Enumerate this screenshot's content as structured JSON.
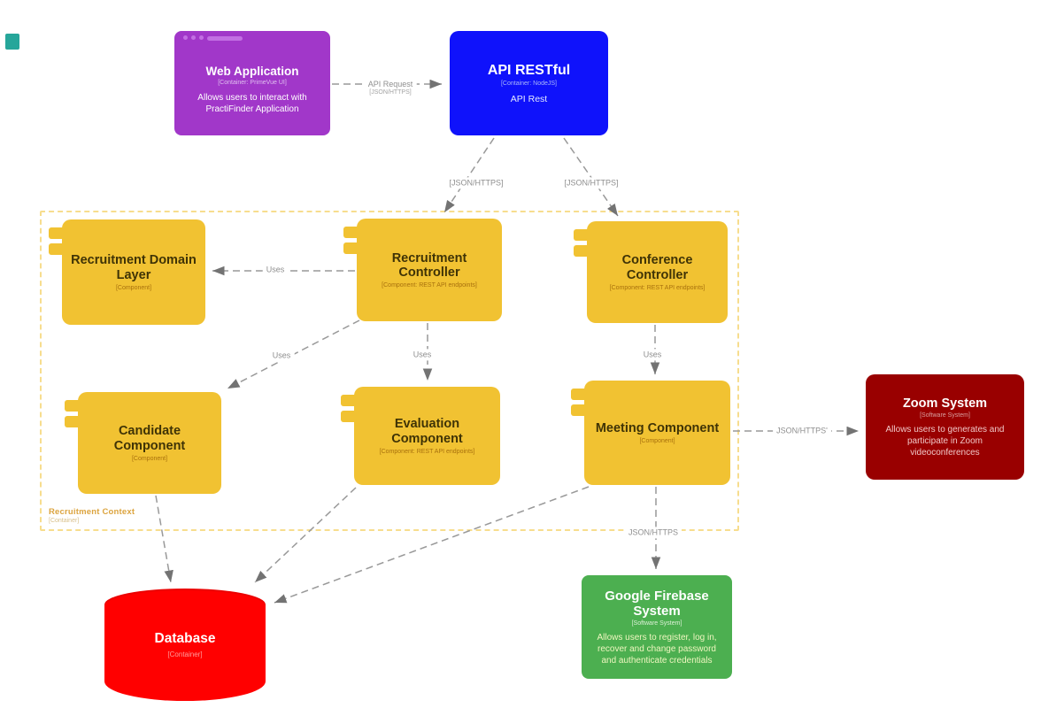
{
  "boundary": {
    "label": "Recruitment Context",
    "sublabel": "[Container]"
  },
  "nodes": {
    "web_app": {
      "title": "Web Application",
      "subtitle": "[Container: PrimeVue UI]",
      "description": "Allows users to interact with PractiFinder Application"
    },
    "api_restful": {
      "title": "API RESTful",
      "subtitle": "[Container: NodeJS]",
      "description": "API Rest"
    },
    "recruitment_domain_layer": {
      "title": "Recruitment Domain Layer",
      "subtitle": "[Component]"
    },
    "recruitment_controller": {
      "title": "Recruitment Controller",
      "subtitle": "[Component: REST API endpoints]"
    },
    "conference_controller": {
      "title": "Conference Controller",
      "subtitle": "[Component: REST API endpoints]"
    },
    "candidate_component": {
      "title": "Candidate Component",
      "subtitle": "[Component]"
    },
    "evaluation_component": {
      "title": "Evaluation Component",
      "subtitle": "[Component: REST API endpoints]"
    },
    "meeting_component": {
      "title": "Meeting Component",
      "subtitle": "[Component]"
    },
    "zoom_system": {
      "title": "Zoom System",
      "subtitle": "[Software System]",
      "description": "Allows users to generates and participate in Zoom videoconferences"
    },
    "google_firebase": {
      "title": "Google Firebase System",
      "subtitle": "[Software System]",
      "description": "Allows users to register, log in, recover and change password and authenticate credentials"
    },
    "database": {
      "title": "Database",
      "subtitle": "[Container]"
    }
  },
  "edges": {
    "web_to_api": {
      "label": "API Request",
      "sublabel": "[JSON/HTTPS]"
    },
    "api_to_recruitment_controller": {
      "label": "[JSON/HTTPS]"
    },
    "api_to_conference_controller": {
      "label": "[JSON/HTTPS]"
    },
    "recruitment_controller_to_domain_layer": {
      "label": "Uses"
    },
    "recruitment_controller_to_candidate": {
      "label": "Uses"
    },
    "recruitment_controller_to_evaluation": {
      "label": "Uses"
    },
    "conference_controller_to_meeting": {
      "label": "Uses"
    },
    "meeting_to_zoom": {
      "label": "JSON/HTTPS'"
    },
    "meeting_to_firebase": {
      "label": "JSON/HTTPS"
    }
  },
  "colors": {
    "web_app_purple": "#a137c9",
    "api_blue": "#0f12fb",
    "component_yellow": "#f1c232",
    "zoom_dark_red": "#990000",
    "firebase_green": "#4caf50",
    "database_red": "#ff0000",
    "boundary_dash": "#f1c232",
    "edge_gray": "#999999"
  }
}
